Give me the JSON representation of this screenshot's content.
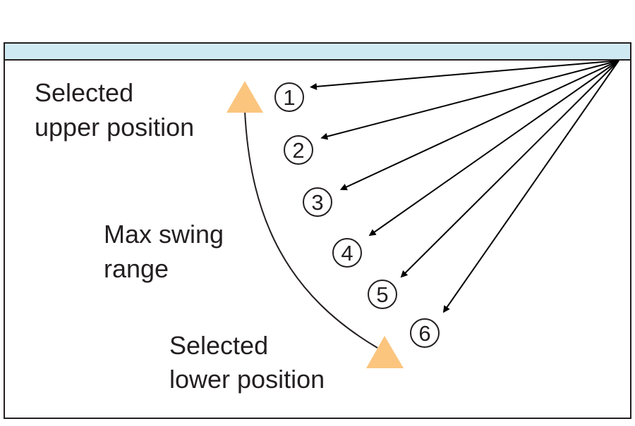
{
  "labels": {
    "upper_line1": "Selected",
    "upper_line2": "upper position",
    "range_line1": "Max swing",
    "range_line2": "range",
    "lower_line1": "Selected",
    "lower_line2": "lower position"
  },
  "positions": [
    "1",
    "2",
    "3",
    "4",
    "5",
    "6"
  ],
  "colors": {
    "unit_band": "#cfe9f2",
    "frame": "#231f20",
    "marker": "#fbc57e",
    "arrow": "#000000"
  }
}
